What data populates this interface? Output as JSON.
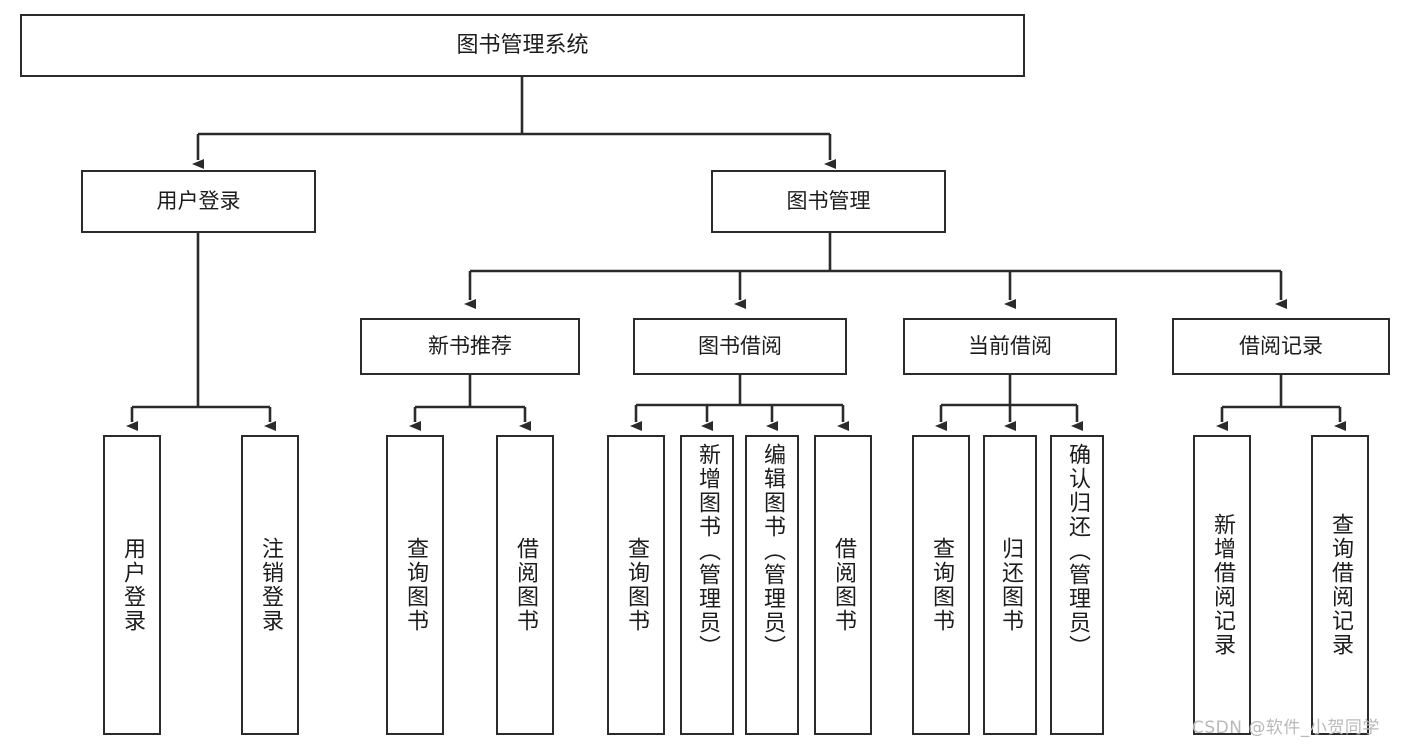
{
  "diagram": {
    "title": "图书管理系统",
    "type": "tree-hierarchy",
    "root": {
      "id": "root",
      "label": "图书管理系统"
    },
    "level2": [
      {
        "id": "user-login",
        "label": "用户登录"
      },
      {
        "id": "book-management",
        "label": "图书管理"
      }
    ],
    "level3": [
      {
        "id": "new-book-recommend",
        "label": "新书推荐",
        "parent": "book-management"
      },
      {
        "id": "book-borrow",
        "label": "图书借阅",
        "parent": "book-management"
      },
      {
        "id": "current-borrow",
        "label": "当前借阅",
        "parent": "book-management"
      },
      {
        "id": "borrow-record",
        "label": "借阅记录",
        "parent": "book-management"
      }
    ],
    "leaves": [
      {
        "id": "leaf-user-login",
        "label": "用户登录",
        "parent": "user-login"
      },
      {
        "id": "leaf-logout-login",
        "label": "注销登录",
        "parent": "user-login"
      },
      {
        "id": "leaf-query-book-1",
        "label": "查询图书",
        "parent": "new-book-recommend"
      },
      {
        "id": "leaf-borrow-book-1",
        "label": "借阅图书",
        "parent": "new-book-recommend"
      },
      {
        "id": "leaf-query-book-2",
        "label": "查询图书",
        "parent": "book-borrow"
      },
      {
        "id": "leaf-add-book",
        "label": "新增图书（管理员）",
        "parent": "book-borrow"
      },
      {
        "id": "leaf-edit-book",
        "label": "编辑图书（管理员）",
        "parent": "book-borrow"
      },
      {
        "id": "leaf-borrow-book-2",
        "label": "借阅图书",
        "parent": "book-borrow"
      },
      {
        "id": "leaf-query-book-3",
        "label": "查询图书",
        "parent": "current-borrow"
      },
      {
        "id": "leaf-return-book",
        "label": "归还图书",
        "parent": "current-borrow"
      },
      {
        "id": "leaf-confirm-return",
        "label": "确认归还（管理员）",
        "parent": "current-borrow"
      },
      {
        "id": "leaf-add-record",
        "label": "新增借阅记录",
        "parent": "borrow-record"
      },
      {
        "id": "leaf-query-record",
        "label": "查询借阅记录",
        "parent": "borrow-record"
      }
    ]
  },
  "watermark": {
    "text": "CSDN @软件_小贺同学"
  },
  "colors": {
    "stroke": "#2b2b2b",
    "background": "#ffffff",
    "text": "#1c1c1c",
    "watermark": "#b9b9b9"
  }
}
